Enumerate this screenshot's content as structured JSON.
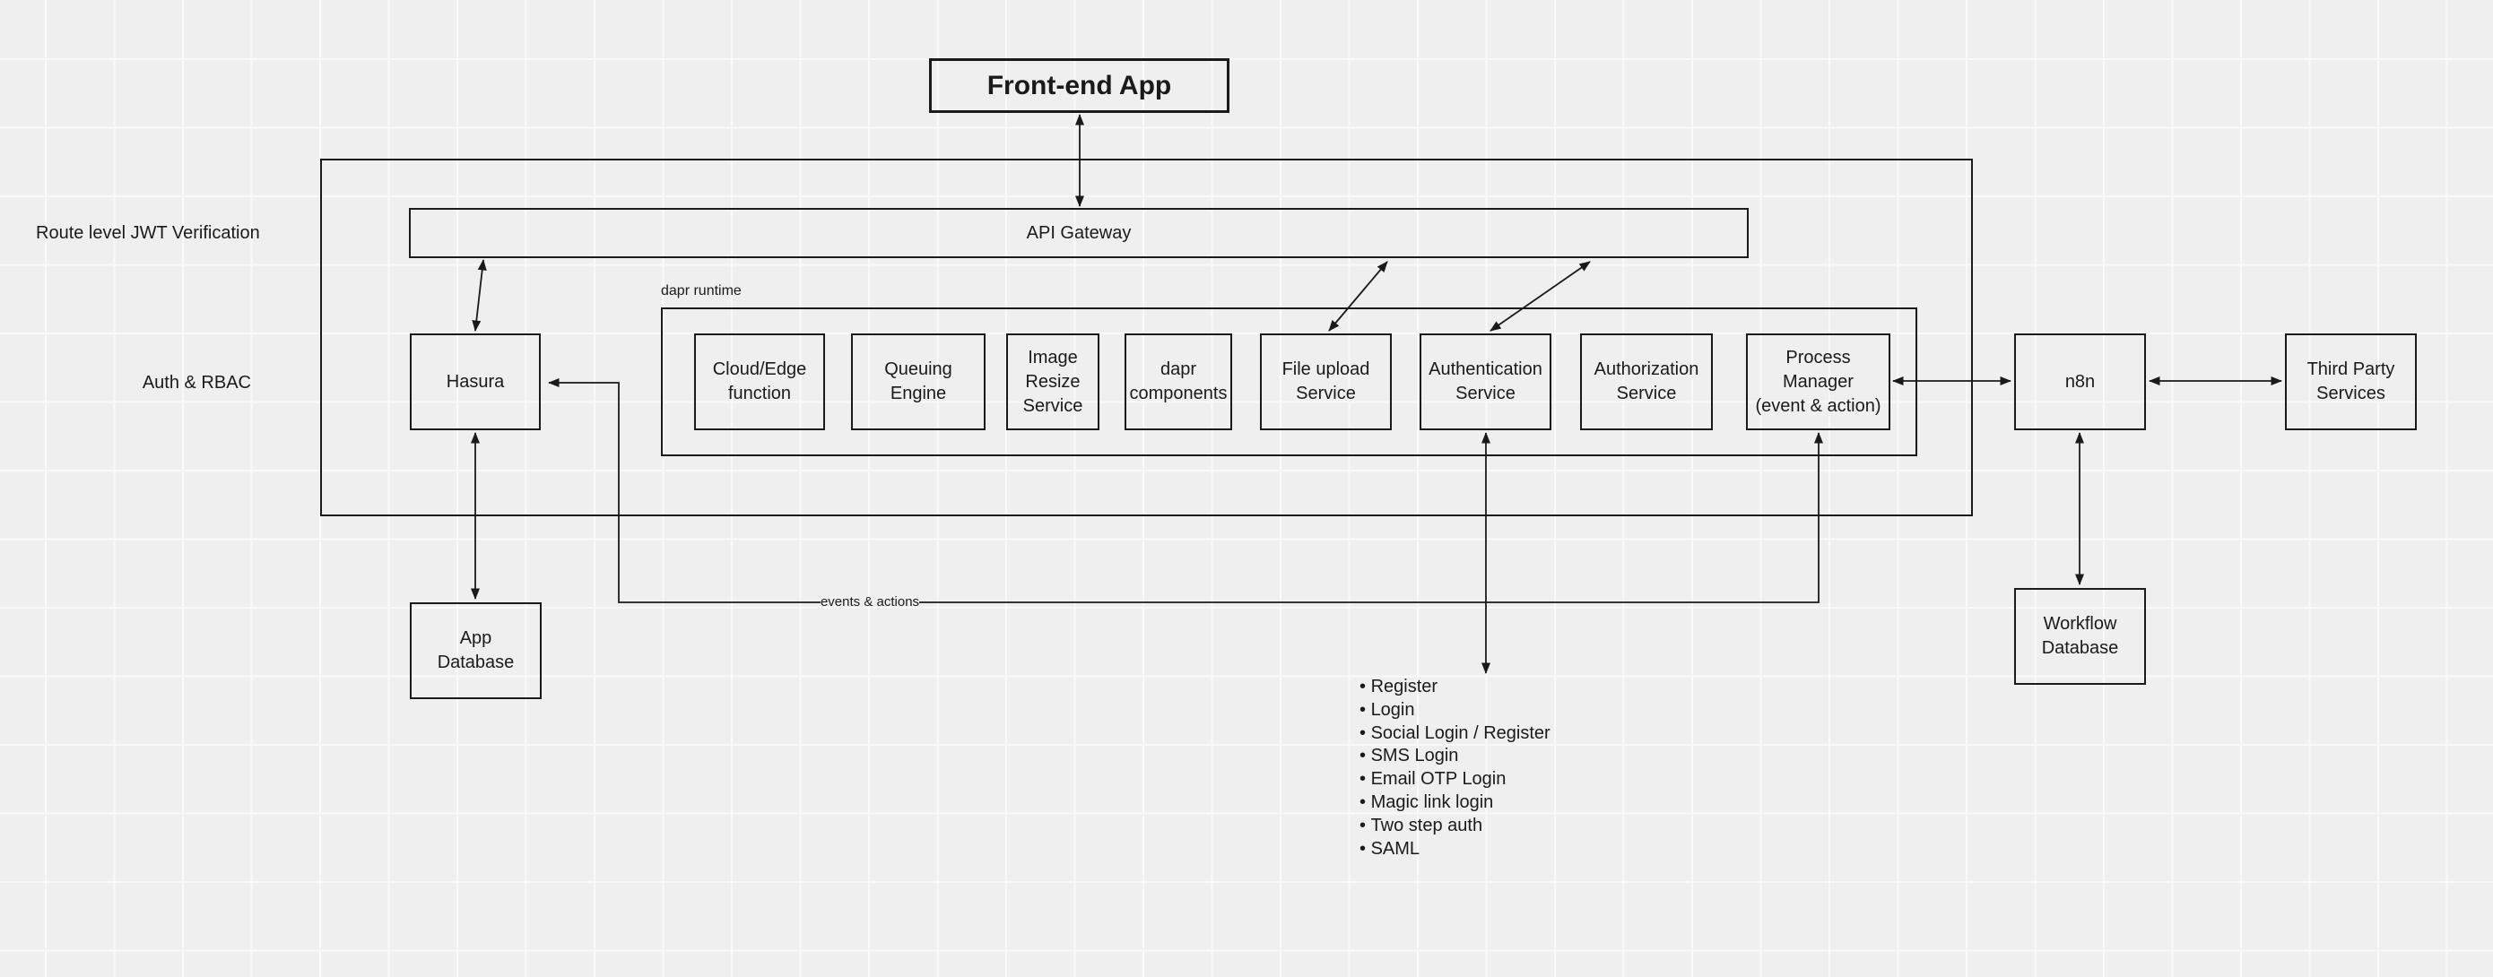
{
  "colors": {
    "bg": "#efefef",
    "grid": "#f9f9f9",
    "line": "#1a1a1a",
    "text": "#1a1a1a"
  },
  "nodes": {
    "frontend": {
      "label": "Front-end App"
    },
    "api_gateway": {
      "label": "API Gateway"
    },
    "hasura": {
      "label": "Hasura"
    },
    "cloud_edge": {
      "label": "Cloud/Edge\nfunction"
    },
    "queuing": {
      "label": "Queuing\nEngine"
    },
    "image_resize": {
      "label": "Image\nResize\nService"
    },
    "dapr_components": {
      "label": "dapr\ncomponents"
    },
    "file_upload": {
      "label": "File upload\nService"
    },
    "authentication": {
      "label": "Authentication\nService"
    },
    "authorization": {
      "label": "Authorization\nService"
    },
    "process_manager": {
      "label": "Process\nManager\n(event & action)"
    },
    "n8n": {
      "label": "n8n"
    },
    "third_party": {
      "label": "Third Party\nServices"
    },
    "app_db": {
      "label": "App\nDatabase"
    },
    "workflow_db": {
      "label": "Workflow\nDatabase"
    }
  },
  "annotations": {
    "route_jwt": "Route level JWT Verification",
    "auth_rbac": "Auth & RBAC",
    "dapr_runtime": "dapr runtime",
    "events_actions": "events & actions"
  },
  "auth_methods": {
    "items": [
      "Register",
      "Login",
      "Social Login / Register",
      "SMS Login",
      "Email OTP Login",
      "Magic link login",
      "Two step auth",
      "SAML"
    ]
  }
}
